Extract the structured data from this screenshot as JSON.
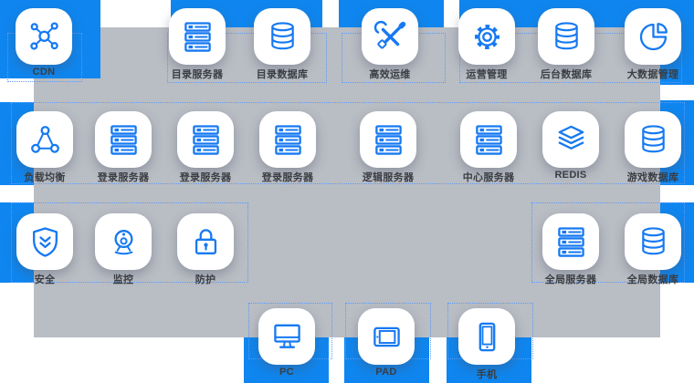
{
  "palette": {
    "accent_blue": "#0f86ef",
    "icon_blue": "#1679f2",
    "canvas_gray": "#b9bdc4",
    "outline_dotted_blue": "#5b9cf6",
    "label_dark": "#3a3d42",
    "tile_white": "#ffffff"
  },
  "nodes": {
    "cdn": {
      "label": "CDN",
      "icon": "cdn-network-icon"
    },
    "dir_server": {
      "label": "目录服务器",
      "icon": "server-rack-icon"
    },
    "dir_db": {
      "label": "目录数据库",
      "icon": "database-icon"
    },
    "ops": {
      "label": "高效运维",
      "icon": "tools-icon"
    },
    "mgmt": {
      "label": "运营管理",
      "icon": "gear-icon"
    },
    "backend_db": {
      "label": "后台数据库",
      "icon": "database-icon"
    },
    "bigdata": {
      "label": "大数据管理",
      "icon": "pie-chart-icon"
    },
    "lb": {
      "label": "负载均衡",
      "icon": "load-balancer-icon"
    },
    "login1": {
      "label": "登录服务器",
      "icon": "server-rack-icon"
    },
    "login2": {
      "label": "登录服务器",
      "icon": "server-rack-icon"
    },
    "login3": {
      "label": "登录服务器",
      "icon": "server-rack-icon"
    },
    "logic": {
      "label": "逻辑服务器",
      "icon": "server-rack-icon"
    },
    "center": {
      "label": "中心服务器",
      "icon": "server-rack-icon"
    },
    "redis": {
      "label": "REDIS",
      "icon": "layers-icon"
    },
    "game_db": {
      "label": "游戏数据库",
      "icon": "database-icon"
    },
    "security": {
      "label": "安全",
      "icon": "shield-icon"
    },
    "monitor": {
      "label": "监控",
      "icon": "webcam-icon"
    },
    "protect": {
      "label": "防护",
      "icon": "lock-icon"
    },
    "global_server": {
      "label": "全局服务器",
      "icon": "server-rack-icon"
    },
    "global_db": {
      "label": "全局数据库",
      "icon": "database-icon"
    },
    "pc": {
      "label": "PC",
      "icon": "desktop-icon"
    },
    "pad": {
      "label": "PAD",
      "icon": "tablet-icon"
    },
    "phone": {
      "label": "手机",
      "icon": "phone-icon"
    }
  }
}
